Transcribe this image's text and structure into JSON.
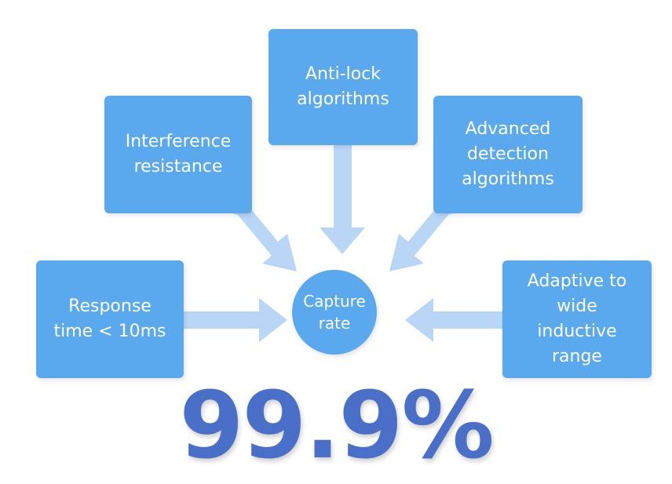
{
  "diagram": {
    "center": {
      "label": "Capture\nrate"
    },
    "boxes": {
      "antilock": "Anti-lock\nalgorithms",
      "interference": "Interference\nresistance",
      "advanced": "Advanced\ndetection\nalgorithms",
      "response": "Response\ntime < 10ms",
      "adaptive": "Adaptive to\nwide\ninductive\nrange"
    },
    "stat": "99.9%"
  },
  "colors": {
    "box": "#5aa8ee",
    "arrow": "#b9d6f6",
    "stat": "#4a6fc8"
  }
}
